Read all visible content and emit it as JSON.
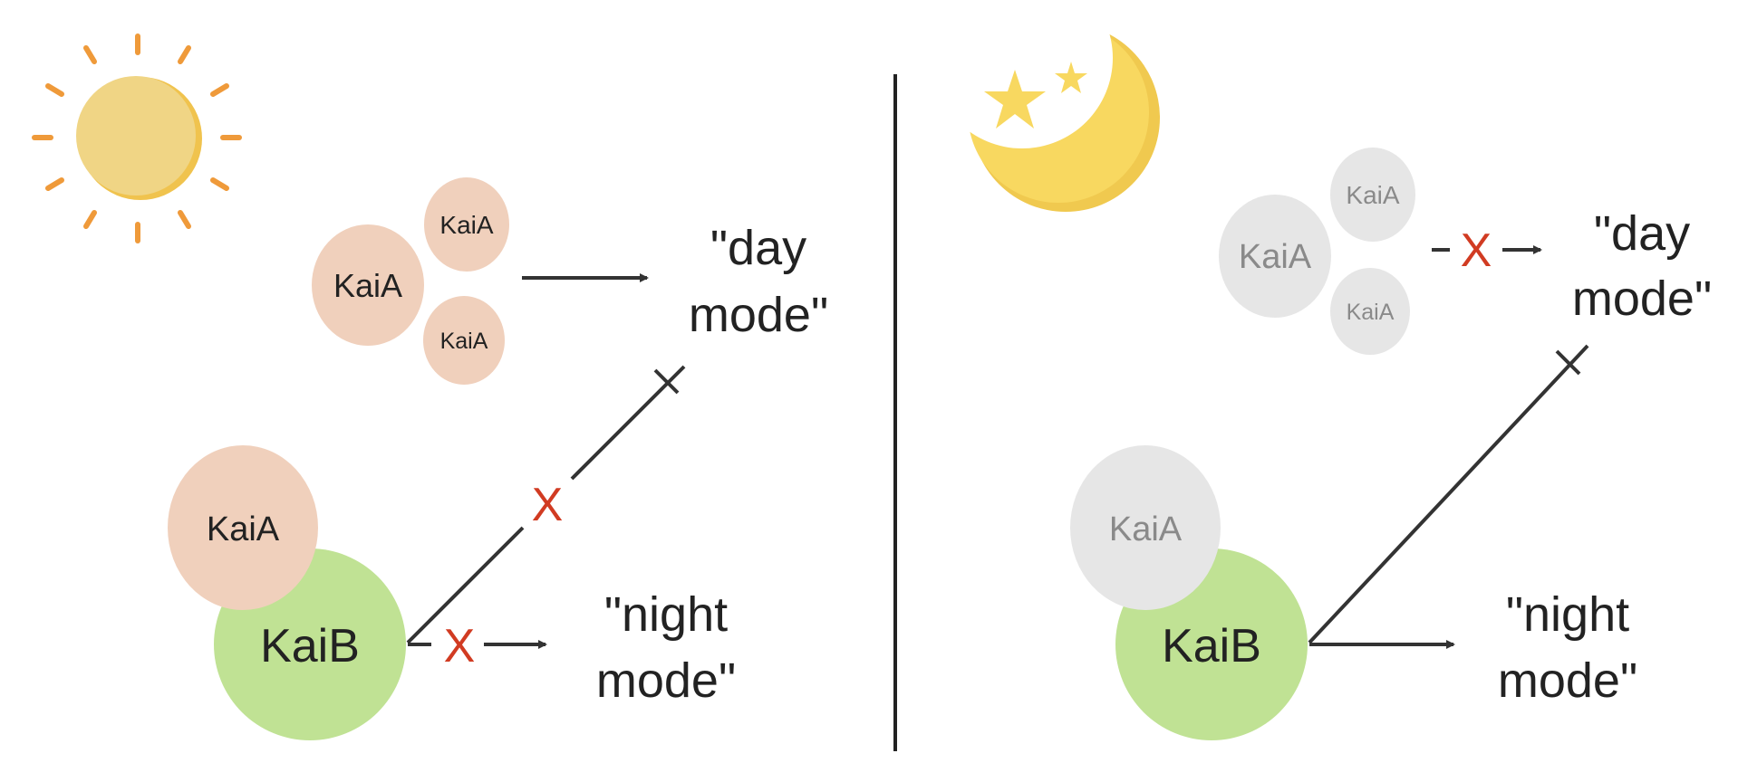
{
  "left_panel": {
    "kai_a_top_large": "KaiA",
    "kai_a_top_small_1": "KaiA",
    "kai_a_top_small_2": "KaiA",
    "kai_a_bottom": "KaiA",
    "kai_b": "KaiB",
    "day_mode_line1": "\"day",
    "day_mode_line2": "mode\"",
    "night_mode_line1": "\"night",
    "night_mode_line2": "mode\"",
    "block_mark_diag": "X",
    "block_mark_night": "X"
  },
  "right_panel": {
    "kai_a_top_large": "KaiA",
    "kai_a_top_small_1": "KaiA",
    "kai_a_top_small_2": "KaiA",
    "kai_a_bottom": "KaiA",
    "kai_b": "KaiB",
    "day_mode_line1": "\"day",
    "day_mode_line2": "mode\"",
    "night_mode_line1": "\"night",
    "night_mode_line2": "mode\"",
    "block_mark_day": "X"
  },
  "colors": {
    "kai_a_active": "#f0d0bc",
    "kai_a_inactive": "#e6e6e6",
    "kai_b": "#c0e294",
    "block_mark": "#d13b22",
    "sun": "#f0d37e",
    "sun_rays": "#ef9a3a",
    "moon": "#f8d860",
    "line": "#333333"
  },
  "icons": [
    "sun-icon",
    "moon-icon",
    "star-icon"
  ]
}
